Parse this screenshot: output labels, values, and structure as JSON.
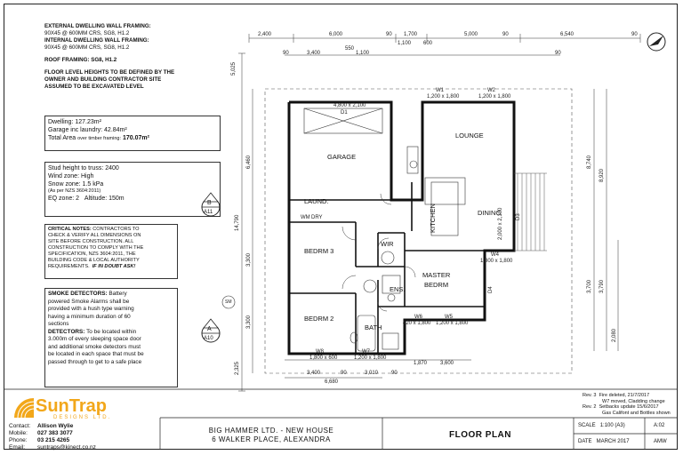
{
  "notes": {
    "ext_title": "EXTERNAL DWELLING WALL FRAMING:",
    "ext_spec": "90X45 @ 600MM CRS, SG8, H1.2",
    "int_title": "INTERNAL DWELLING WALL FRAMING:",
    "int_spec": "90X45 @ 600MM CRS, SG8, H1.2",
    "roof": "ROOF FRAMING: SG8, H1.2",
    "floor_1": "FLOOR LEVEL HEIGHTS TO BE DEFINED BY THE",
    "floor_2": "OWNER AND BUILDING CONTRACTOR SITE",
    "floor_3": "ASSUMED TO BE EXCAVATED LEVEL"
  },
  "areas": {
    "dwelling": "Dwelling: 127.23m²",
    "garage": "Garage inc laundry: 42.84m²",
    "total_label": "Total Area",
    "total_sub": "over timber framing:",
    "total_value": "170.07m²"
  },
  "structure": {
    "stud": "Stud height to truss: 2400",
    "wind": "Wind zone: High",
    "snow": "Snow zone: 1.5 kPa",
    "snow_ref": "(As per NZS 3604:2011)",
    "eq": "EQ zone: 2",
    "altitude": "Altitude: 150m"
  },
  "critical": {
    "title": "CRITICAL NOTES:",
    "l1": "CONTRACTORS TO",
    "l2": "CHECK & VERIFY ALL DIMENSIONS ON",
    "l3": "SITE BEFORE CONSTRUCTION. ALL",
    "l4": "CONSTRUCTION TO COMPLY WITH THE",
    "l5": "SPECIFICATION, NZS 3604:2011, THE",
    "l6": "BUILDING CODE & LOCAL AUTHORITY",
    "l7": "REQUIREMENTS.",
    "l7b": "IF IN DOUBT ASK!"
  },
  "smoke": {
    "title": "SMOKE DETECTORS:",
    "l1": "Battery",
    "l2": "powered Smoke Alarms shall be",
    "l3": "provided with a hush type warning",
    "l4": "having a minimum duration of 60",
    "l5": "sections",
    "det_title": "DETECTORS:",
    "d1": "To be located within",
    "d2": "3.000m of every sleeping space door",
    "d3": "and additional smoke detectors must",
    "d4": "be located in each space that must be",
    "d5": "passed through to get to a safe place"
  },
  "rooms": {
    "garage": "GARAGE",
    "laund": "LAUND.",
    "lounge": "LOUNGE",
    "kitchen": "KITCHEN",
    "dining": "DINING",
    "bedrm3": "BEDRM 3",
    "bedrm2": "BEDRM 2",
    "wir": "WIR",
    "ens": "ENS.",
    "master": "MASTER",
    "master2": "BEDRM",
    "bath": "BATH",
    "wm": "WM",
    "dry": "DRY"
  },
  "dims": {
    "top1": [
      "2,400",
      "6,000",
      "1,700",
      "5,000",
      "6,540"
    ],
    "top2": [
      "3,400",
      "550",
      "1,100",
      "1,100",
      "600"
    ],
    "top3": [
      "90",
      "90",
      "90",
      "90",
      "90"
    ],
    "bottom1": [
      "3,400",
      "90",
      "3,010",
      "90",
      "3,600"
    ],
    "bottom_total": "6,680",
    "bottom_mid": "1,870",
    "left": [
      "5,025",
      "6,460",
      "14,790",
      "3,300",
      "3,300",
      "2,325"
    ],
    "right": [
      "8,740",
      "8,920",
      "3,700",
      "3,790",
      "2,080"
    ],
    "windows": {
      "w1": "W1",
      "w1s": "1,200 x 1,800",
      "w2": "W2",
      "w2s": "1,200 x 1,800",
      "w4": "W4",
      "w4s": "1,800 x 1,800",
      "w5": "W5",
      "w5s": "1,200 x 1,800",
      "w6": "W6",
      "w6s": "420 x 1,800",
      "w7": "W7",
      "w7s": "1,200 x 1,800",
      "w8": "W8",
      "w8s": "1,800 x 600",
      "d1": "D1",
      "d1s": "4,800 x 2,100",
      "d3": "D3",
      "d3s": "2,000 x 2,100",
      "d4": "D4"
    },
    "section_b": "B",
    "section_b_ref": "A11",
    "section_a": "A",
    "section_a_ref": "A10",
    "sm": "SM"
  },
  "revisions": {
    "rev3_label": "Rev. 3",
    "rev3_text": "Fire deleted,",
    "rev3_date": "21/7/2017",
    "rev3_note": "W7 moved, Cladding change",
    "rev2_label": "Rev. 2",
    "rev2_text": "Setbacks update",
    "rev2_date": "15/6/2017",
    "rev2_note": "Gas Califont and Bottles shown"
  },
  "title_block": {
    "company": "SunTrap",
    "company_sub": "DESIGNS LTD.",
    "contact_label": "Contact:",
    "contact": "Allison Wylie",
    "mobile_label": "Mobile:",
    "mobile": "027 383 3077",
    "phone_label": "Phone:",
    "phone": "03 215 4265",
    "email_label": "Email:",
    "email": "suntraps@kinect.co.nz",
    "client": "BIG HAMMER LTD. - NEW HOUSE",
    "address": "6 WALKER PLACE, ALEXANDRA",
    "sheet_title": "FLOOR PLAN",
    "scale_label": "SCALE",
    "scale": "1:100 (A3)",
    "drawing_no": "A:02",
    "date_label": "DATE",
    "date": "MARCH 2017",
    "drawn": "AMW"
  }
}
